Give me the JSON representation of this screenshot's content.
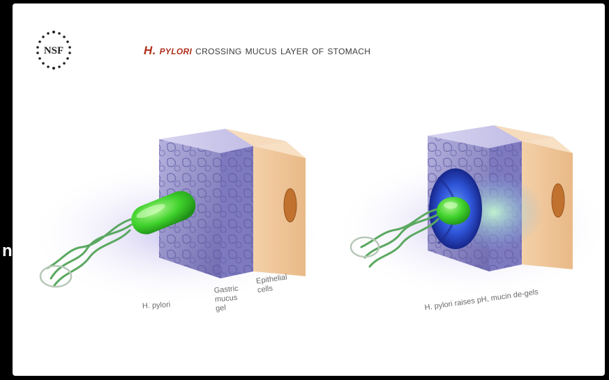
{
  "header": {
    "logo_text": "NSF",
    "title_prefix": "H. pylori",
    "title_rest": " crossing mucus layer of stomach"
  },
  "labels": {
    "h_pylori": "H. pylori",
    "gastric_mucus_gel": "Gastric mucus gel",
    "epithelial_cells": "Epithelial cells",
    "raises_ph": "H. pylori raises pH, mucin de-gels"
  },
  "colors": {
    "title_accent": "#b0301c",
    "bacterium": "#3fd52a",
    "mucus": "#8a86c8",
    "epithelium": "#f2c79a",
    "degel_blue": "#2f55d8"
  }
}
